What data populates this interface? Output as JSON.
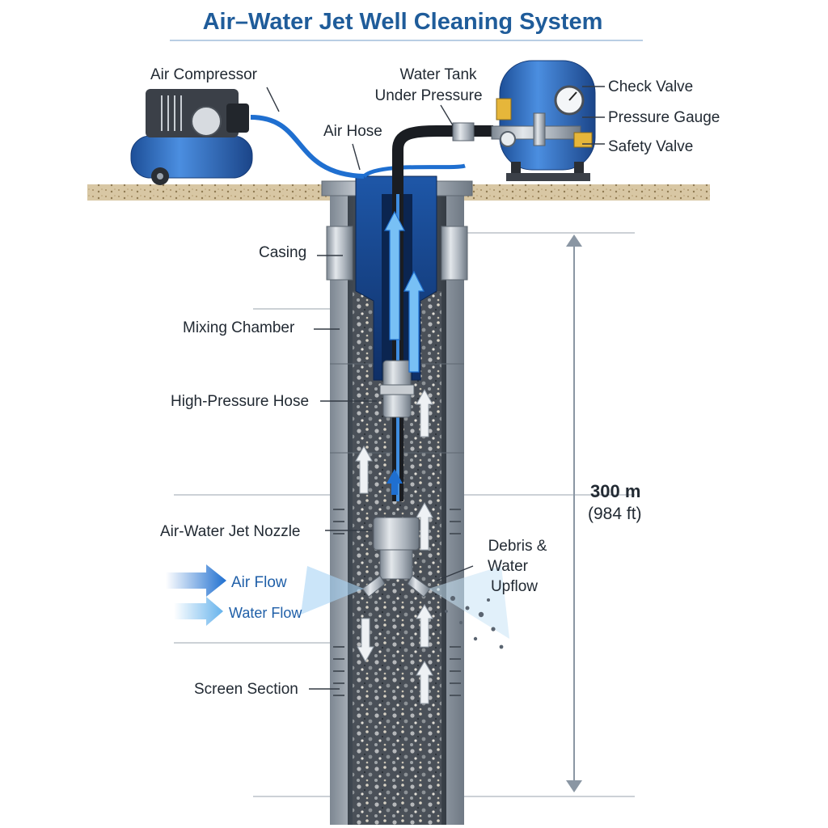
{
  "title": "Air–Water Jet Well Cleaning System",
  "labels": {
    "air_compressor": "Air Compressor",
    "water_tank_line1": "Water Tank",
    "water_tank_line2": "Under Pressure",
    "check_valve": "Check Valve",
    "pressure_gauge": "Pressure Gauge",
    "safety_valve": "Safety Valve",
    "air_hose": "Air Hose",
    "casing": "Casing",
    "mixing_chamber": "Mixing Chamber",
    "high_pressure_hose": "High-Pressure Hose",
    "jet_nozzle": "Air-Water Jet Nozzle",
    "debris_line1": "Debris &",
    "debris_line2": "Water",
    "debris_line3": "Upflow",
    "screen_section": "Screen Section"
  },
  "legend": {
    "air_flow": "Air Flow",
    "water_flow": "Water Flow"
  },
  "depth": {
    "metric": "300 m",
    "imperial": "(984 ft)"
  },
  "colors": {
    "title": "#1f5c9a",
    "equipment_blue": "#2a63b4",
    "air_flow": "#1f6fd0",
    "water_flow": "#66b3ec",
    "casing_steel": "#9aa3ad",
    "ground": "#c9b48e"
  }
}
